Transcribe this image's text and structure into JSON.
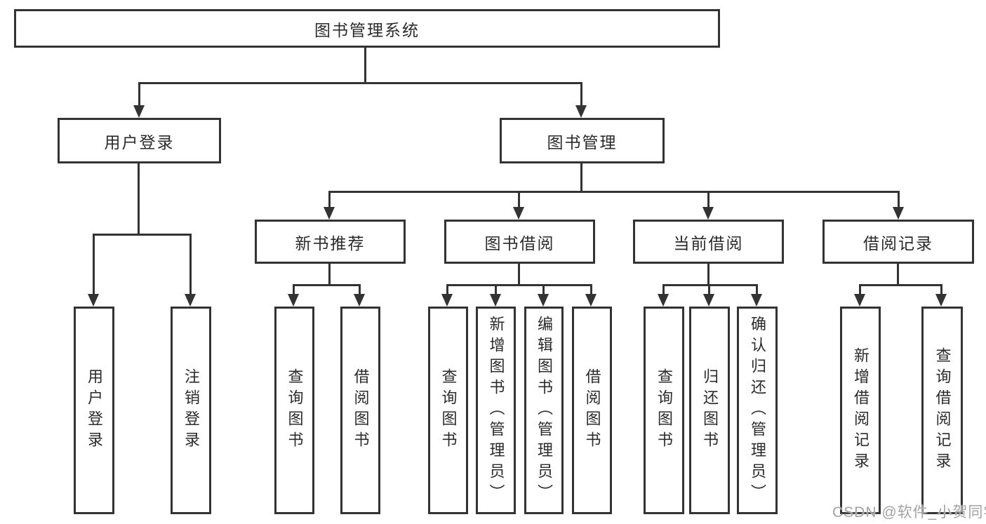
{
  "diagram": {
    "root": {
      "label": "图书管理系统"
    },
    "level2": [
      {
        "label": "用户登录"
      },
      {
        "label": "图书管理"
      }
    ],
    "level3": [
      {
        "label": "新书推荐"
      },
      {
        "label": "图书借阅"
      },
      {
        "label": "当前借阅"
      },
      {
        "label": "借阅记录"
      }
    ],
    "leaves": {
      "user_login": [
        "用户登录",
        "注销登录"
      ],
      "new_book_recommend": [
        "查询图书",
        "借阅图书"
      ],
      "book_borrow": [
        "查询图书",
        "新增图书（管理员）",
        "编辑图书（管理员）",
        "借阅图书"
      ],
      "current_borrow": [
        "查询图书",
        "归还图书",
        "确认归还（管理员）"
      ],
      "borrow_records": [
        "新增借阅记录",
        "查询借阅记录"
      ]
    },
    "colors": {
      "line": "#333333",
      "text": "#2b2b2b",
      "watermark": "#a3a3a3",
      "background": "#ffffff"
    }
  },
  "watermark": {
    "text": "CSDN @软件_小贺同学"
  }
}
